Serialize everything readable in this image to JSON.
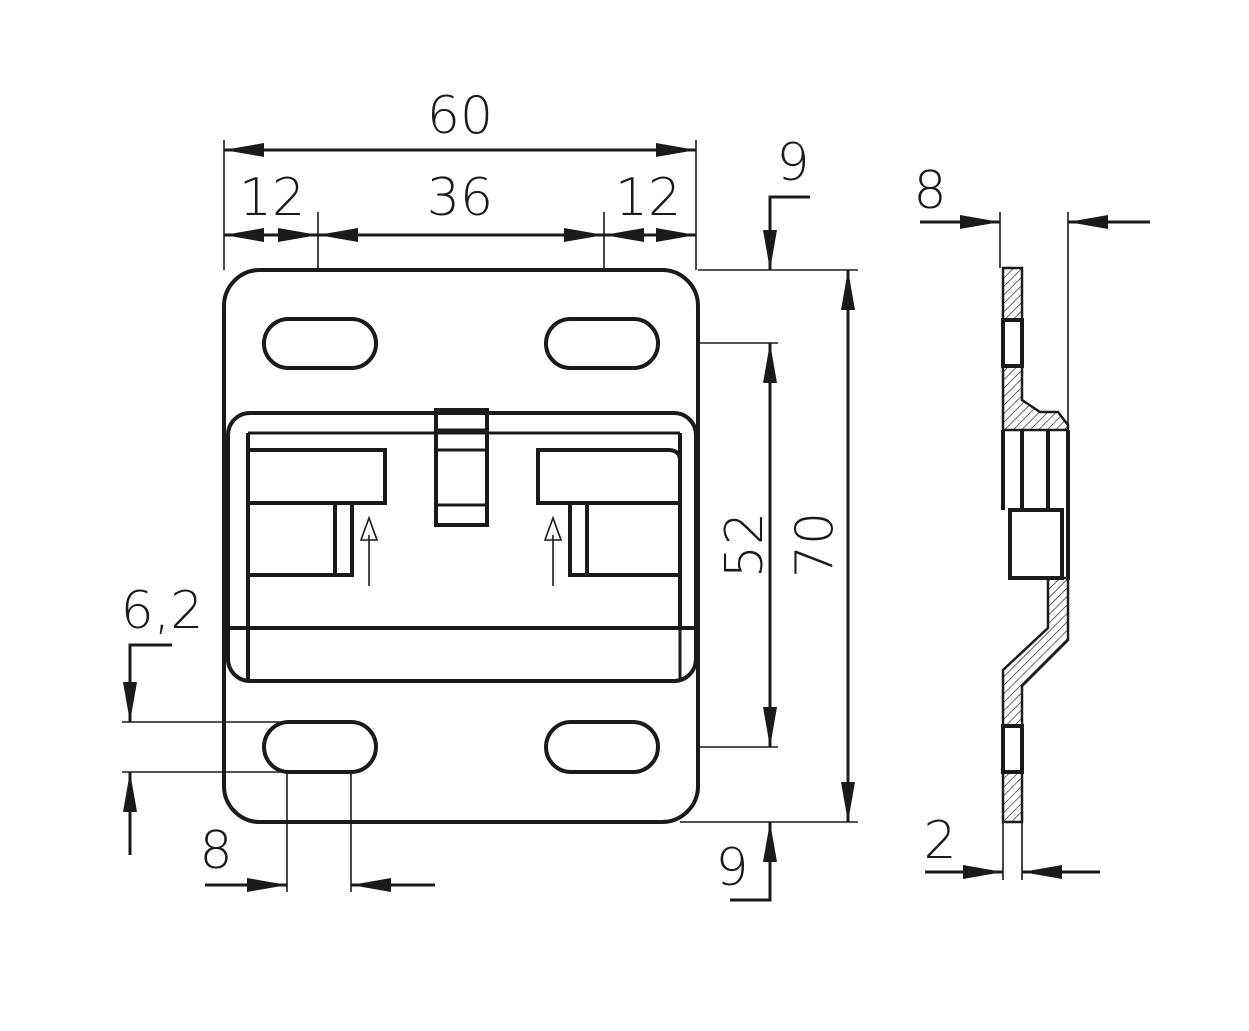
{
  "dimensions": {
    "overall_width": "60",
    "left_offset": "12",
    "center_spacing": "36",
    "right_offset": "12",
    "top_margin": "9",
    "hole_spacing": "52",
    "overall_height": "70",
    "bottom_margin": "9",
    "slot_height": "6,2",
    "slot_width": "8",
    "side_depth": "8",
    "thickness": "2"
  }
}
